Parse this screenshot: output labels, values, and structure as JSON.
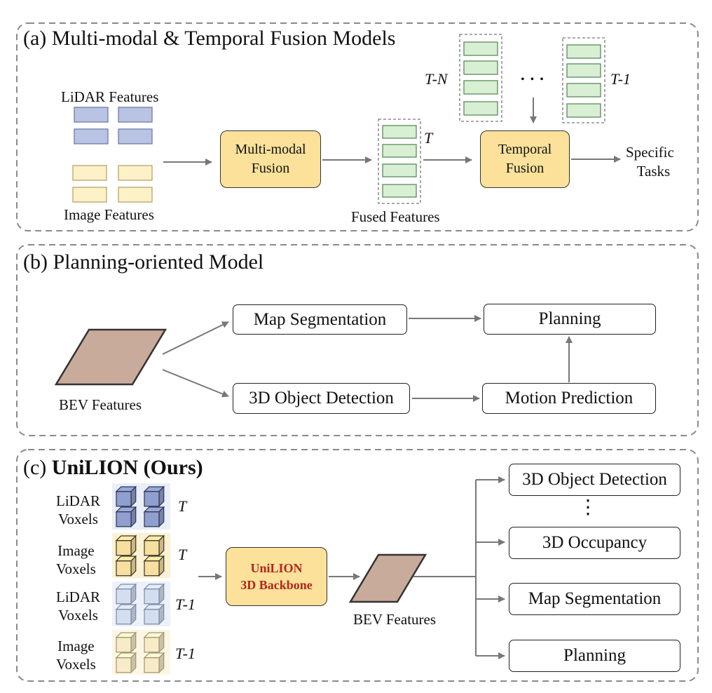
{
  "panel_a": {
    "title": "(a) Multi-modal & Temporal Fusion Models",
    "lidar_features": "LiDAR Features",
    "image_features": "Image Features",
    "multimodal_fusion_line1": "Multi-modal",
    "multimodal_fusion_line2": "Fusion",
    "fused_features": "Fused Features",
    "label_t": "T",
    "label_t_n": "T-N",
    "label_t_1": "T-1",
    "ellipsis": "• • •",
    "temporal_fusion_line1": "Temporal",
    "temporal_fusion_line2": "Fusion",
    "specific_tasks_line1": "Specific",
    "specific_tasks_line2": "Tasks"
  },
  "panel_b": {
    "title": "(b) Planning-oriented Model",
    "bev_features": "BEV Features",
    "map_segmentation": "Map Segmentation",
    "object_detection": "3D Object Detection",
    "planning": "Planning",
    "motion_prediction": "Motion Prediction"
  },
  "panel_c": {
    "title_prefix": "(c) ",
    "title_bold": "UniLION (Ours)",
    "lidar_voxels_t_line1": "LiDAR",
    "lidar_voxels_t_line2": "Voxels",
    "image_voxels_t_line1": "Image",
    "image_voxels_t_line2": "Voxels",
    "lidar_voxels_t1_line1": "LiDAR",
    "lidar_voxels_t1_line2": "Voxels",
    "image_voxels_t1_line1": "Image",
    "image_voxels_t1_line2": "Voxels",
    "label_t": "T",
    "label_t_b": "T",
    "label_t_1": "T-1",
    "label_t_1_b": "T-1",
    "backbone_line1": "UniLION",
    "backbone_line2": "3D Backbone",
    "bev_features": "BEV Features",
    "out_detection": "3D Object Detection",
    "out_vdots": "⋮",
    "out_occupancy": "3D Occupancy",
    "out_map_segmentation": "Map Segmentation",
    "out_planning": "Planning"
  },
  "colors": {
    "lidar_blue": "#b9c3e3",
    "image_cream": "#fdf1c8",
    "fused_green": "#d8efd4",
    "fusion_yellow": "#fbe19a",
    "bev_brown": "#c9ab9c",
    "backbone_red": "#b3261e"
  }
}
